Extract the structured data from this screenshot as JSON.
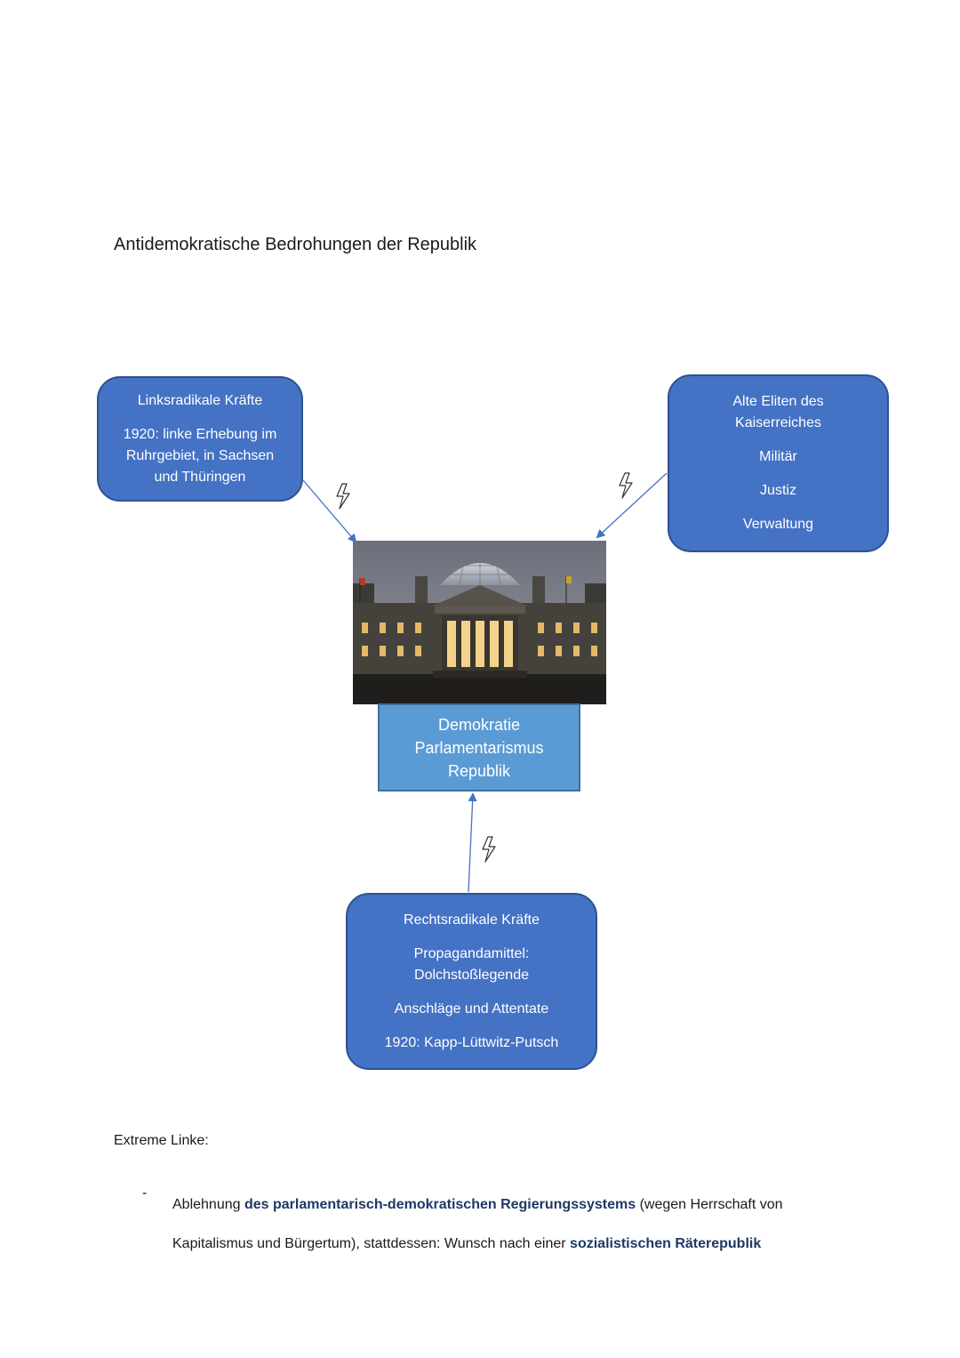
{
  "page": {
    "title": "Antidemokratische Bedrohungen der Republik"
  },
  "diagram": {
    "left_box": {
      "heading": "Linksradikale Kräfte",
      "line1": "1920: linke Erhebung im",
      "line2": "Ruhrgebiet, in Sachsen",
      "line3": "und Thüringen"
    },
    "right_box": {
      "line1": "Alte Eliten des",
      "line2": "Kaiserreiches",
      "item1": "Militär",
      "item2": "Justiz",
      "item3": "Verwaltung"
    },
    "center_box": {
      "line1": "Demokratie",
      "line2": "Parlamentarismus",
      "line3": "Republik"
    },
    "bottom_box": {
      "heading": "Rechtsradikale Kräfte",
      "line1": "Propagandamittel:",
      "line2": "Dolchstoßlegende",
      "item1": "Anschläge und Attentate",
      "item2": "1920: Kapp-Lüttwitz-Putsch"
    },
    "colors": {
      "box_fill": "#4472c4",
      "box_border": "#2f528f",
      "center_fill": "#5b9bd5",
      "arrow": "#4472c4",
      "highlight_text": "#1f3864"
    },
    "icons": [
      "lightning-icon",
      "building-photo"
    ]
  },
  "notes": {
    "section_label": "Extreme Linke:",
    "bullet_marker": "-",
    "text_a": "Ablehnung ",
    "highlight_a": "des parlamentarisch-demokratischen Regierungssystems",
    "text_b": " (wegen Herrschaft von Kapitalismus und Bürgertum), stattdessen: Wunsch nach einer ",
    "highlight_b": "sozialistischen Räterepublik"
  }
}
